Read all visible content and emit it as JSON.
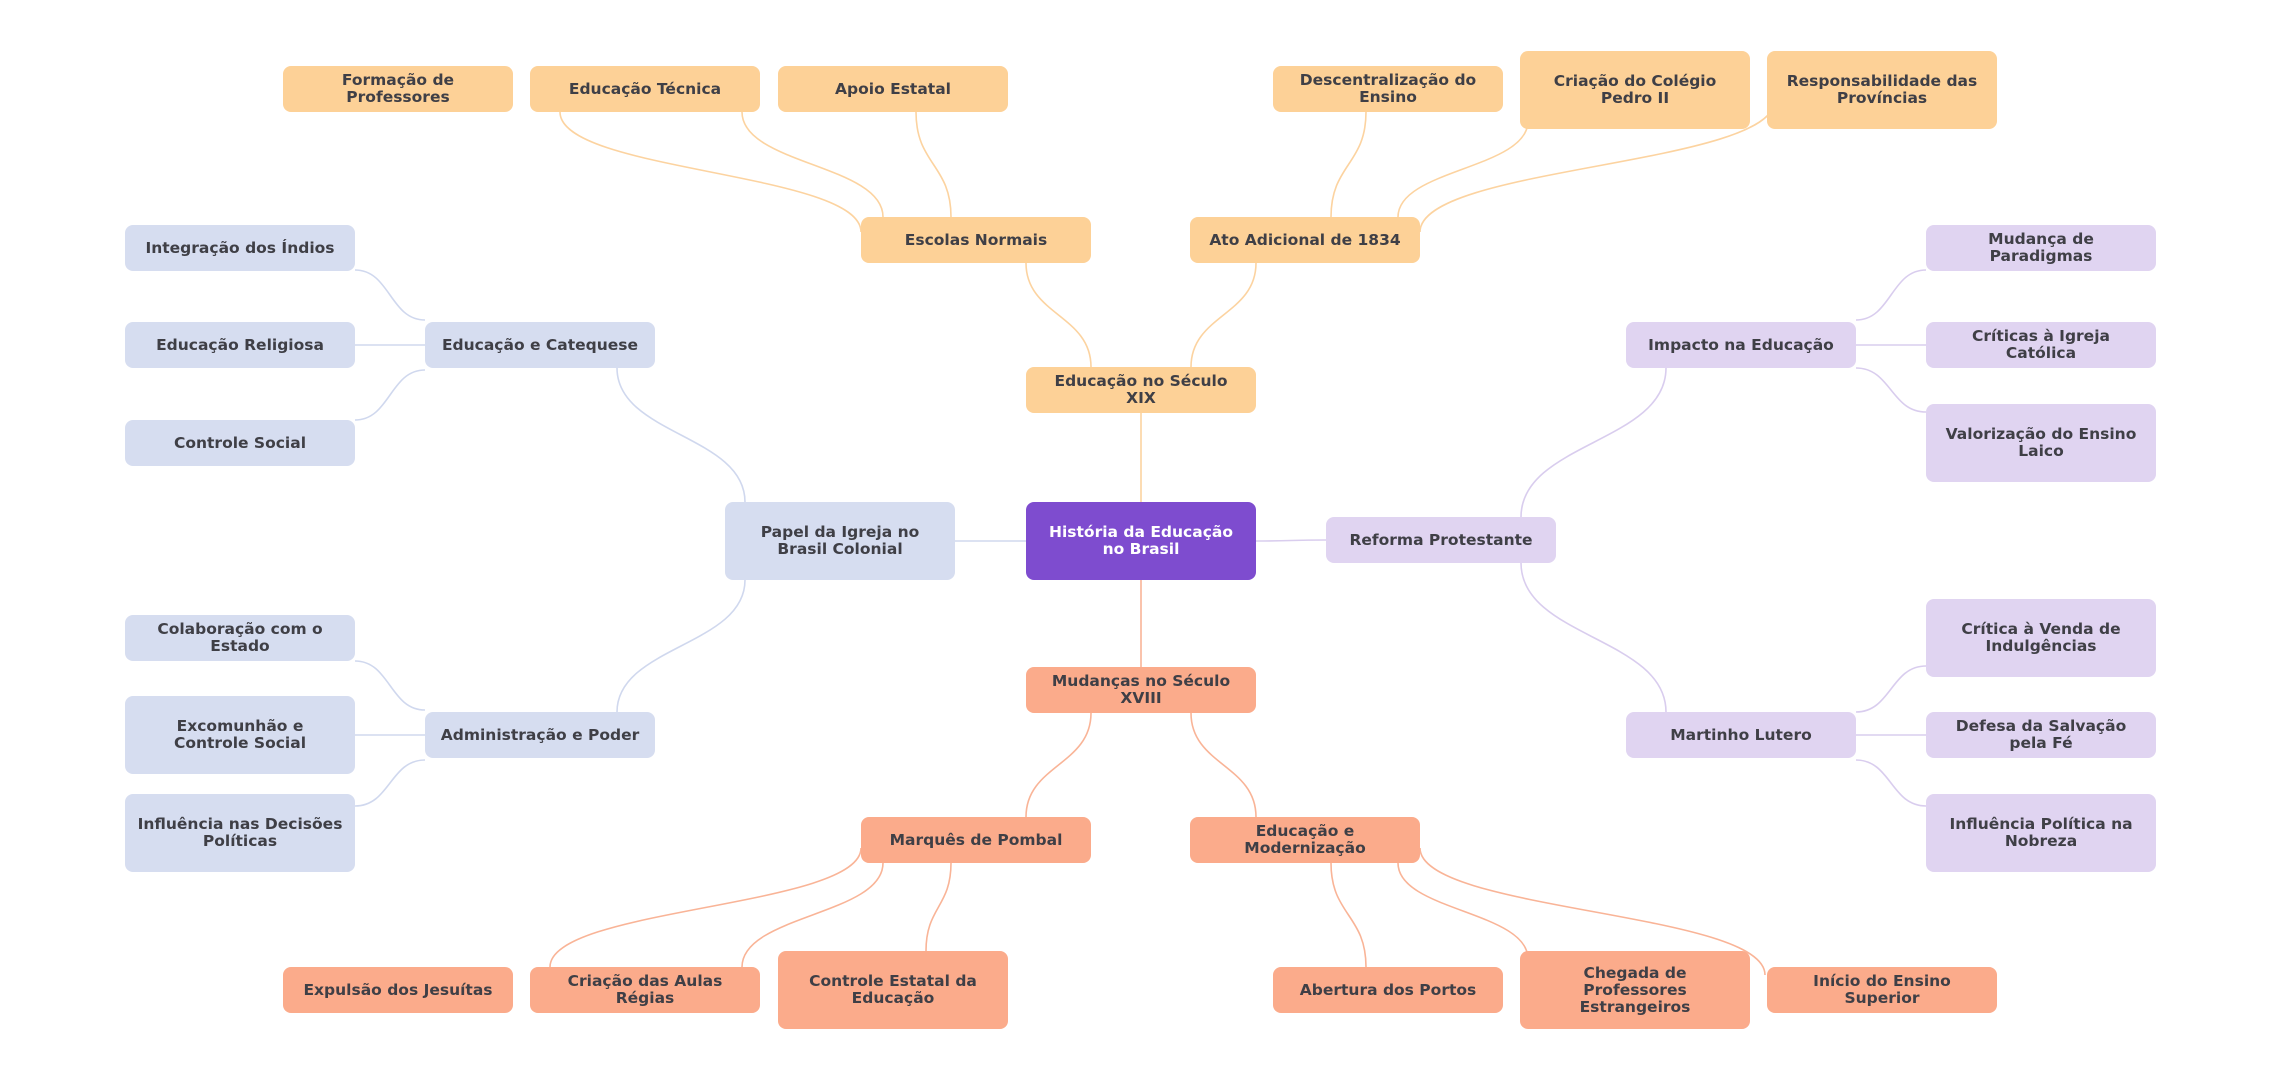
{
  "mindmap": {
    "root": "História da Educação no Brasil",
    "colors": {
      "root": "#7e4ccf",
      "purple": "#e0d4f1",
      "blue": "#d6ddf0",
      "orange": "#fdd197",
      "salmon": "#fbab8b",
      "link_purple": "#d9cdee",
      "link_blue": "#d0d8ee",
      "link_orange": "#fcd3a0",
      "link_salmon": "#f9b497"
    },
    "branches": {
      "seculo_xix": {
        "label": "Educação no Século XIX",
        "escolas_normais": {
          "label": "Escolas Normais",
          "children": [
            "Formação de Professores",
            "Educação Técnica",
            "Apoio Estatal"
          ]
        },
        "ato_adicional": {
          "label": "Ato Adicional de 1834",
          "children": [
            "Descentralização do Ensino",
            "Criação do Colégio Pedro II",
            "Responsabilidade das Províncias"
          ]
        }
      },
      "igreja": {
        "label": "Papel da Igreja no Brasil Colonial",
        "catequese": {
          "label": "Educação e Catequese",
          "children": [
            "Integração dos Índios",
            "Educação Religiosa",
            "Controle Social"
          ]
        },
        "administracao": {
          "label": "Administração e Poder",
          "children": [
            "Colaboração com o Estado",
            "Excomunhão e Controle Social",
            "Influência nas Decisões Políticas"
          ]
        }
      },
      "reforma": {
        "label": "Reforma Protestante",
        "impacto": {
          "label": "Impacto na Educação",
          "children": [
            "Mudança de Paradigmas",
            "Críticas à Igreja Católica",
            "Valorização do Ensino Laico"
          ]
        },
        "lutero": {
          "label": "Martinho Lutero",
          "children": [
            "Crítica à Venda de Indulgências",
            "Defesa da Salvação pela Fé",
            "Influência Política na Nobreza"
          ]
        }
      },
      "seculo_xviii": {
        "label": "Mudanças no Século XVIII",
        "pombal": {
          "label": "Marquês de Pombal",
          "children": [
            "Expulsão dos Jesuítas",
            "Criação das Aulas Régias",
            "Controle Estatal da Educação"
          ]
        },
        "modernizacao": {
          "label": "Educação e Modernização",
          "children": [
            "Abertura dos Portos",
            "Chegada de Professores Estrangeiros",
            "Início do Ensino Superior"
          ]
        }
      }
    }
  }
}
